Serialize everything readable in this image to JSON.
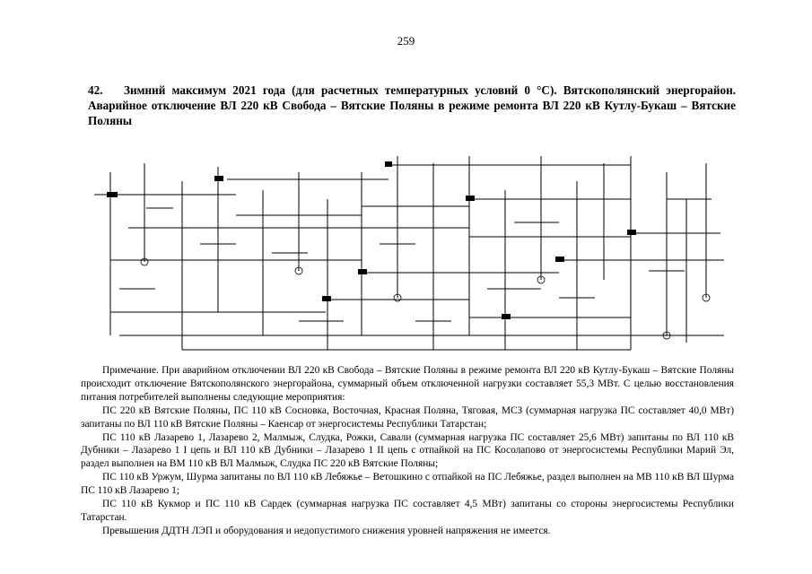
{
  "page_number": "259",
  "heading": {
    "number": "42.",
    "text": "Зимний максимум 2021 года (для расчетных температурных условий 0 °С). Вятскополянский энергорайон. Аварийное отключение ВЛ 220 кВ Свобода – Вятские Поляны в режиме ремонта ВЛ 220 кВ Кутлу-Букаш – Вятские Поляны"
  },
  "note": {
    "paragraphs": [
      "Примечание. При аварийном отключении ВЛ 220 кВ Свобода – Вятские Поляны в режиме ремонта ВЛ 220 кВ Кутлу-Букаш – Вятские Поляны происходит отключение Вятскополянского энергорайона, суммарный объем отключенной нагрузки составляет 55,3 МВт. С целью восстановления питания потребителей выполнены следующие мероприятия:",
      "ПС 220 кВ Вятские Поляны, ПС 110 кВ Сосновка, Восточная, Красная Поляна, Тяговая, МСЗ (суммарная нагрузка ПС составляет 40,0 МВт) запитаны по ВЛ 110 кВ Вятские Поляны – Каенсар от энергосистемы Республики Татарстан;",
      "ПС 110 кВ Лазарево 1, Лазарево 2, Малмыж, Слудка, Рожки, Савали (суммарная нагрузка ПС составляет 25,6 МВт) запитаны по ВЛ 110 кВ Дубники – Лазарево 1 I цепь и ВЛ 110 кВ Дубники – Лазарево 1 II цепь с отпайкой на ПС Косолапово от энергосистемы Республики Марий Эл, раздел выполнен на ВМ 110 кВ ВЛ Малмыж, Слудка ПС 220 кВ Вятские Поляны;",
      "ПС 110 кВ Уржум, Шурма запитаны по ВЛ 110 кВ Лебяжье – Ветошкино с отпайкой на ПС Лебяжье, раздел выполнен на МВ 110 кВ ВЛ Шурма ПС 110 кВ Лазарево 1;",
      "ПС 110 кВ Кукмор и ПС 110 кВ Сардек (суммарная нагрузка ПС составляет 4,5 МВт) запитаны со стороны энергосистемы Республики Татарстан.",
      "Превышения ДДТН ЛЭП и оборудования и недопустимого снижения уровней напряжения не имеется."
    ]
  }
}
